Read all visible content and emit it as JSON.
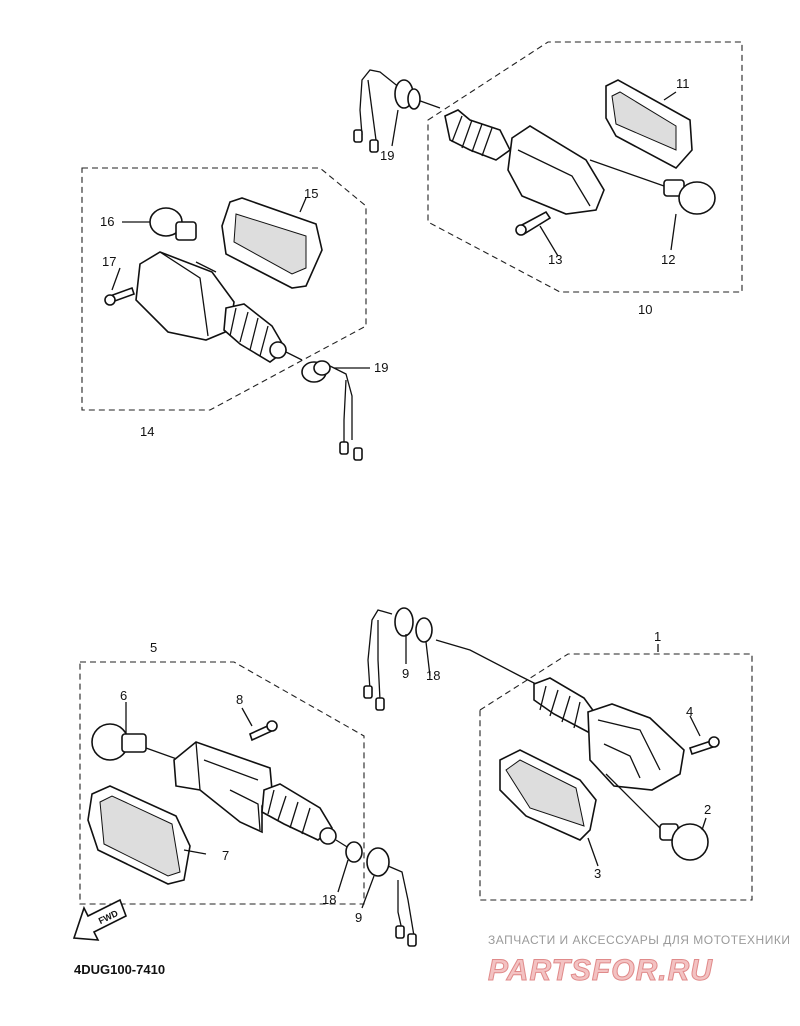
{
  "diagram": {
    "code": "4DUG100-7410",
    "fwd_label": "FWD",
    "callouts": {
      "n1": "1",
      "n2": "2",
      "n3": "3",
      "n4": "4",
      "n5": "5",
      "n6": "6",
      "n7": "7",
      "n8": "8",
      "n9a": "9",
      "n9b": "9",
      "n10": "10",
      "n11": "11",
      "n12": "12",
      "n13": "13",
      "n14": "14",
      "n15": "15",
      "n16": "16",
      "n17": "17",
      "n18a": "18",
      "n18b": "18",
      "n19a": "19",
      "n19b": "19"
    }
  },
  "watermark": {
    "tagline": "ЗАПЧАСТИ И АКСЕССУАРЫ ДЛЯ МОТОТЕХНИКИ",
    "logo": "PARTSFOR.RU"
  }
}
